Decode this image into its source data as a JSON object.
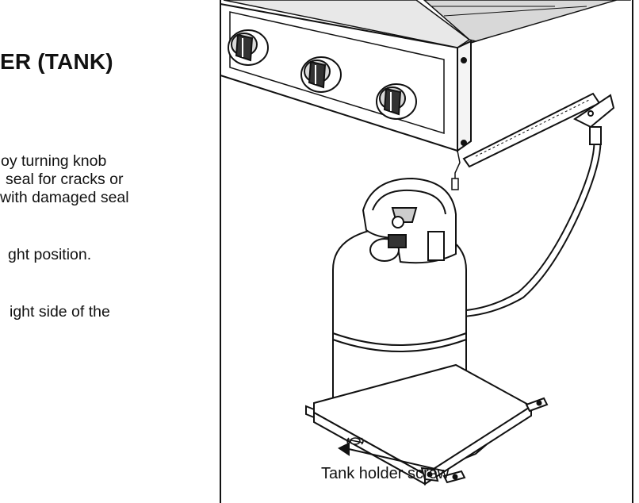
{
  "section": {
    "heading": "ER (TANK)"
  },
  "instructions": {
    "lines": [
      "oy turning knob",
      "seal for cracks or",
      "with damaged seal",
      "ght position.",
      "ight side of the"
    ]
  },
  "figure": {
    "callout_label": "Tank holder screw",
    "parts": [
      "control-knob",
      "control-knob",
      "control-knob",
      "propane-tank",
      "gas-hose",
      "regulator",
      "tank-holder-base",
      "tank-holder-screw"
    ]
  }
}
